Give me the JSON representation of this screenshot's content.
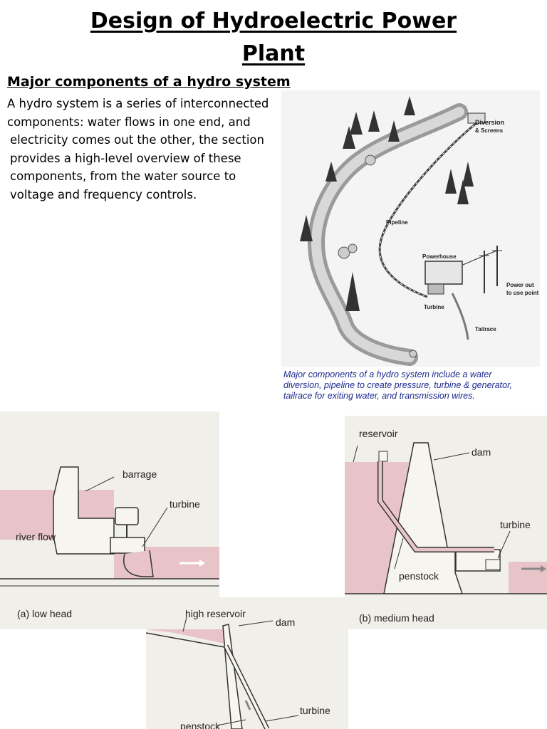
{
  "title": {
    "line1": "Design of  Hydroelectric Power",
    "line2": "Plant"
  },
  "subheading": "Major components of a hydro system",
  "body_lines": [
    "A hydro system is a series of interconnected",
    "components: water flows in one end, and",
    " electricity comes out the other, the section",
    " provides a high-level overview of these",
    " components, from the water source to",
    " voltage and frequency controls."
  ],
  "overview_figure": {
    "labels": {
      "diversion": "Diversion",
      "screens": "& Screens",
      "pipeline": "Pipeline",
      "powerhouse": "Powerhouse",
      "power_out": "Power out",
      "use_point": "to use point",
      "turbine": "Turbine",
      "tailrace": "Tailrace"
    },
    "caption_lines": [
      "Major components of a hydro system include a water",
      "diversion, pipeline to create pressure, turbine & generator,",
      "tailrace for exiting water, and transmission wires."
    ]
  },
  "low_head": {
    "barrage": "barrage",
    "turbine": "turbine",
    "river_flow": "river flow",
    "caption": "(a) low head"
  },
  "medium_head": {
    "reservoir": "reservoir",
    "dam": "dam",
    "turbine": "turbine",
    "penstock": "penstock",
    "caption": "(b)  medium head"
  },
  "high_head": {
    "high_reservoir": "high reservoir",
    "dam": "dam",
    "turbine": "turbine",
    "penstock": "penstock"
  },
  "colors": {
    "water_pink": "#e8c4c8",
    "panel_bg": "#f1efe9",
    "caption_blue": "#1d2a8f"
  }
}
